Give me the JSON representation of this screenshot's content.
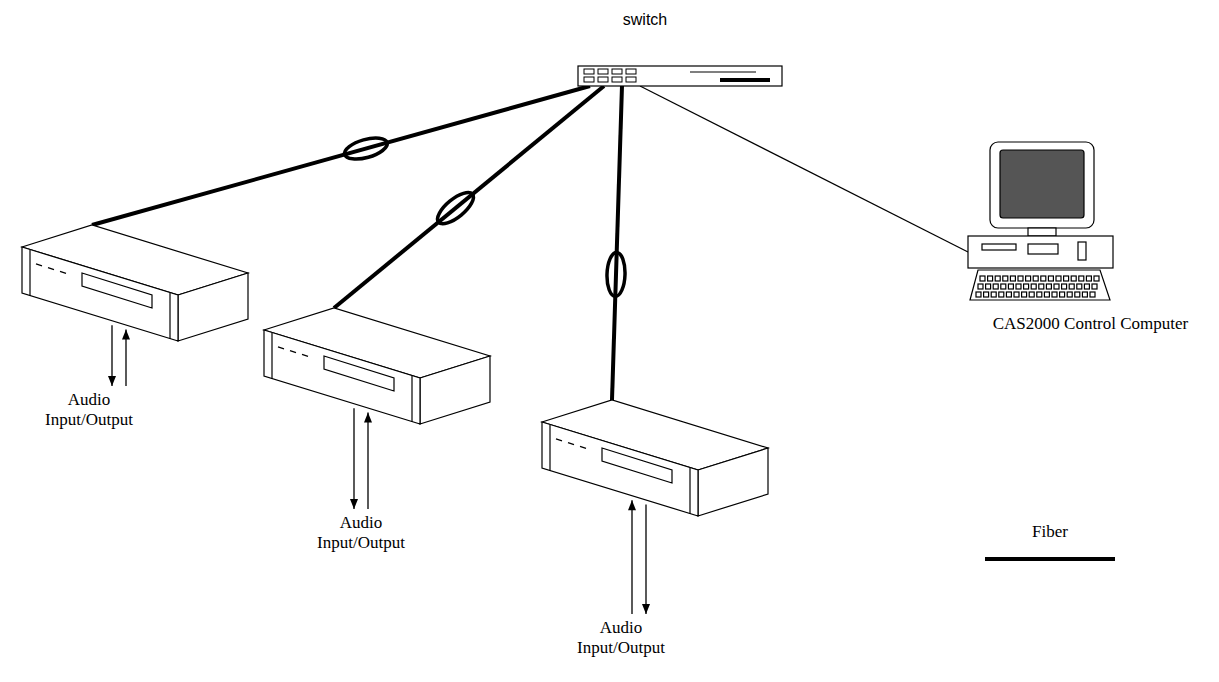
{
  "diagram": {
    "nodes": [
      {
        "text": [
          "switch"
        ]
      },
      {
        "text": [
          "Audio Input/Output"
        ]
      },
      {
        "text": [
          "Audio Input/Output"
        ]
      },
      {
        "text": [
          "Audio Input/Output"
        ]
      },
      {
        "text": [
          "CAS2000 Control Computer"
        ]
      }
    ],
    "edges": [
      {
        "from": 0,
        "to": 1,
        "arrow": "none"
      },
      {
        "from": 0,
        "to": 2,
        "arrow": "none"
      },
      {
        "from": 0,
        "to": 3,
        "arrow": "none"
      },
      {
        "from": 0,
        "to": 4,
        "arrow": "none"
      }
    ],
    "legend": [
      {
        "text": "Fiber"
      }
    ]
  }
}
